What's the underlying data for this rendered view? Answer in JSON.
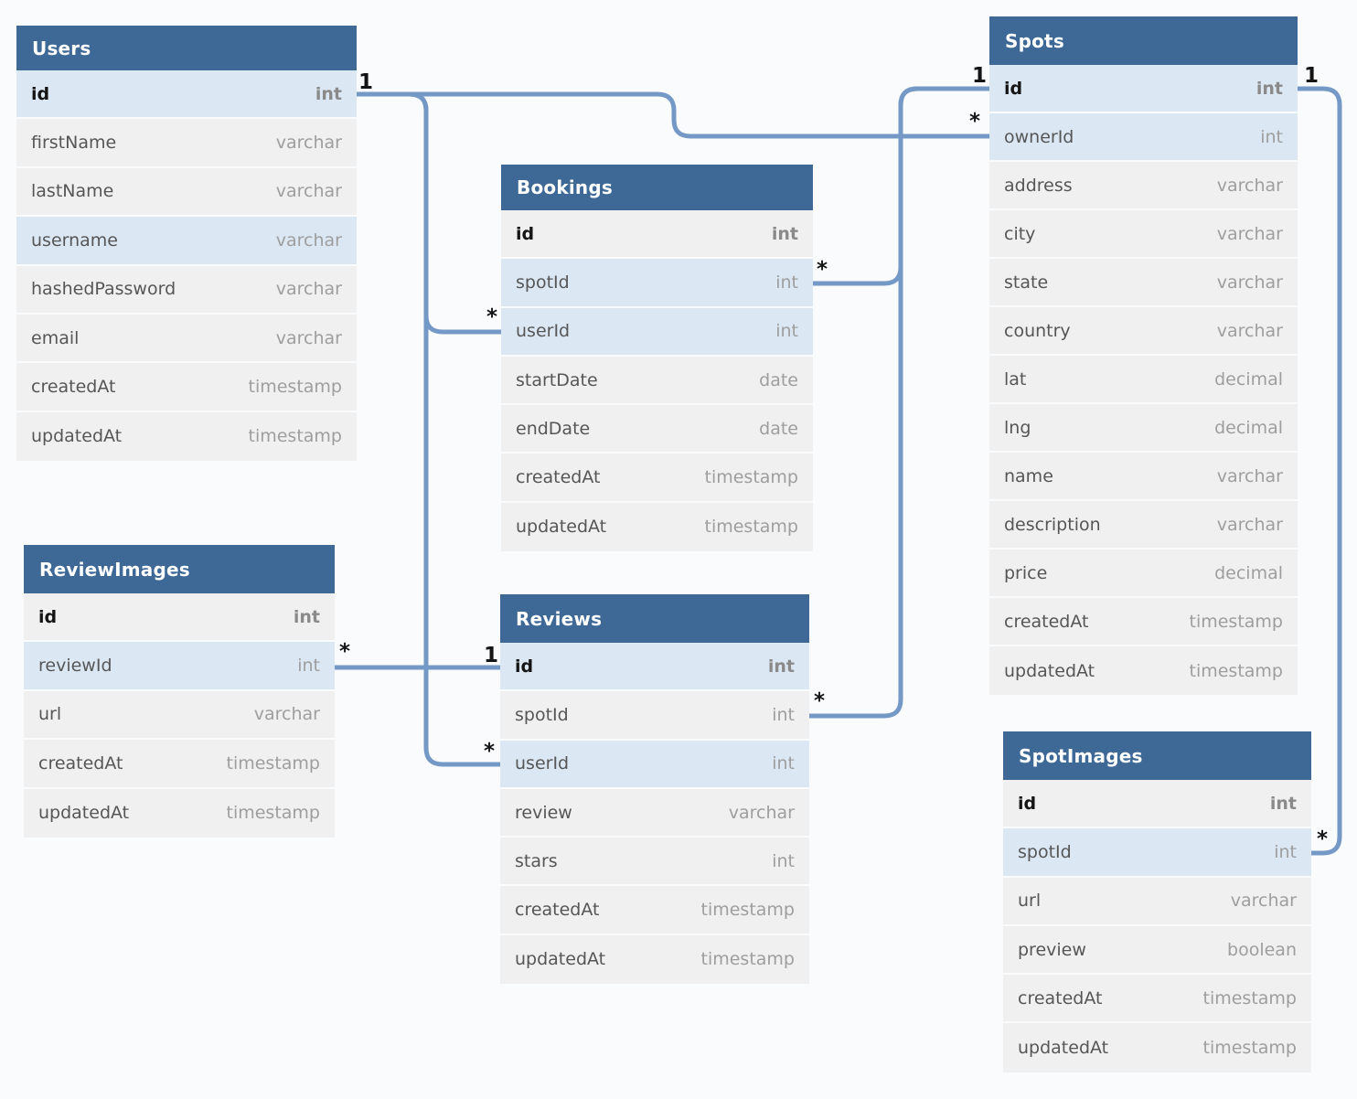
{
  "diagram": {
    "colors": {
      "background": "#fafbfc",
      "table_header": "#3e6896",
      "row_default": "#f0f0f1",
      "row_highlight": "#dbe8f4",
      "relationship_line": "#7499c7",
      "cardinality_text": "#141414"
    },
    "tables": [
      {
        "name": "Users",
        "columns": [
          {
            "name": "id",
            "type": "int",
            "pk": true,
            "highlight": true
          },
          {
            "name": "firstName",
            "type": "varchar",
            "pk": false,
            "highlight": false
          },
          {
            "name": "lastName",
            "type": "varchar",
            "pk": false,
            "highlight": false
          },
          {
            "name": "username",
            "type": "varchar",
            "pk": false,
            "highlight": true
          },
          {
            "name": "hashedPassword",
            "type": "varchar",
            "pk": false,
            "highlight": false
          },
          {
            "name": "email",
            "type": "varchar",
            "pk": false,
            "highlight": false
          },
          {
            "name": "createdAt",
            "type": "timestamp",
            "pk": false,
            "highlight": false
          },
          {
            "name": "updatedAt",
            "type": "timestamp",
            "pk": false,
            "highlight": false
          }
        ]
      },
      {
        "name": "Bookings",
        "columns": [
          {
            "name": "id",
            "type": "int",
            "pk": true,
            "highlight": false
          },
          {
            "name": "spotId",
            "type": "int",
            "pk": false,
            "highlight": true
          },
          {
            "name": "userId",
            "type": "int",
            "pk": false,
            "highlight": true
          },
          {
            "name": "startDate",
            "type": "date",
            "pk": false,
            "highlight": false
          },
          {
            "name": "endDate",
            "type": "date",
            "pk": false,
            "highlight": false
          },
          {
            "name": "createdAt",
            "type": "timestamp",
            "pk": false,
            "highlight": false
          },
          {
            "name": "updatedAt",
            "type": "timestamp",
            "pk": false,
            "highlight": false
          }
        ]
      },
      {
        "name": "Spots",
        "columns": [
          {
            "name": "id",
            "type": "int",
            "pk": true,
            "highlight": true
          },
          {
            "name": "ownerId",
            "type": "int",
            "pk": false,
            "highlight": true
          },
          {
            "name": "address",
            "type": "varchar",
            "pk": false,
            "highlight": false
          },
          {
            "name": "city",
            "type": "varchar",
            "pk": false,
            "highlight": false
          },
          {
            "name": "state",
            "type": "varchar",
            "pk": false,
            "highlight": false
          },
          {
            "name": "country",
            "type": "varchar",
            "pk": false,
            "highlight": false
          },
          {
            "name": "lat",
            "type": "decimal",
            "pk": false,
            "highlight": false
          },
          {
            "name": "lng",
            "type": "decimal",
            "pk": false,
            "highlight": false
          },
          {
            "name": "name",
            "type": "varchar",
            "pk": false,
            "highlight": false
          },
          {
            "name": "description",
            "type": "varchar",
            "pk": false,
            "highlight": false
          },
          {
            "name": "price",
            "type": "decimal",
            "pk": false,
            "highlight": false
          },
          {
            "name": "createdAt",
            "type": "timestamp",
            "pk": false,
            "highlight": false
          },
          {
            "name": "updatedAt",
            "type": "timestamp",
            "pk": false,
            "highlight": false
          }
        ]
      },
      {
        "name": "ReviewImages",
        "columns": [
          {
            "name": "id",
            "type": "int",
            "pk": true,
            "highlight": false
          },
          {
            "name": "reviewId",
            "type": "int",
            "pk": false,
            "highlight": true
          },
          {
            "name": "url",
            "type": "varchar",
            "pk": false,
            "highlight": false
          },
          {
            "name": "createdAt",
            "type": "timestamp",
            "pk": false,
            "highlight": false
          },
          {
            "name": "updatedAt",
            "type": "timestamp",
            "pk": false,
            "highlight": false
          }
        ]
      },
      {
        "name": "Reviews",
        "columns": [
          {
            "name": "id",
            "type": "int",
            "pk": true,
            "highlight": true
          },
          {
            "name": "spotId",
            "type": "int",
            "pk": false,
            "highlight": false
          },
          {
            "name": "userId",
            "type": "int",
            "pk": false,
            "highlight": true
          },
          {
            "name": "review",
            "type": "varchar",
            "pk": false,
            "highlight": false
          },
          {
            "name": "stars",
            "type": "int",
            "pk": false,
            "highlight": false
          },
          {
            "name": "createdAt",
            "type": "timestamp",
            "pk": false,
            "highlight": false
          },
          {
            "name": "updatedAt",
            "type": "timestamp",
            "pk": false,
            "highlight": false
          }
        ]
      },
      {
        "name": "SpotImages",
        "columns": [
          {
            "name": "id",
            "type": "int",
            "pk": true,
            "highlight": false
          },
          {
            "name": "spotId",
            "type": "int",
            "pk": false,
            "highlight": true
          },
          {
            "name": "url",
            "type": "varchar",
            "pk": false,
            "highlight": false
          },
          {
            "name": "preview",
            "type": "boolean",
            "pk": false,
            "highlight": false
          },
          {
            "name": "createdAt",
            "type": "timestamp",
            "pk": false,
            "highlight": false
          },
          {
            "name": "updatedAt",
            "type": "timestamp",
            "pk": false,
            "highlight": false
          }
        ]
      }
    ],
    "relationships": [
      {
        "from": "Users.id",
        "to": "Spots.ownerId",
        "from_cardinality": "1",
        "to_cardinality": "*"
      },
      {
        "from": "Users.id",
        "to": "Bookings.userId",
        "from_cardinality": "1",
        "to_cardinality": "*"
      },
      {
        "from": "Users.id",
        "to": "Reviews.userId",
        "from_cardinality": "1",
        "to_cardinality": "*"
      },
      {
        "from": "Bookings.spotId",
        "to": "Spots.id",
        "from_cardinality": "*",
        "to_cardinality": "1"
      },
      {
        "from": "Reviews.spotId",
        "to": "Spots.id",
        "from_cardinality": "*",
        "to_cardinality": "1"
      },
      {
        "from": "Spots.id",
        "to": "SpotImages.spotId",
        "from_cardinality": "1",
        "to_cardinality": "*"
      },
      {
        "from": "Reviews.id",
        "to": "ReviewImages.reviewId",
        "from_cardinality": "1",
        "to_cardinality": "*"
      }
    ]
  }
}
